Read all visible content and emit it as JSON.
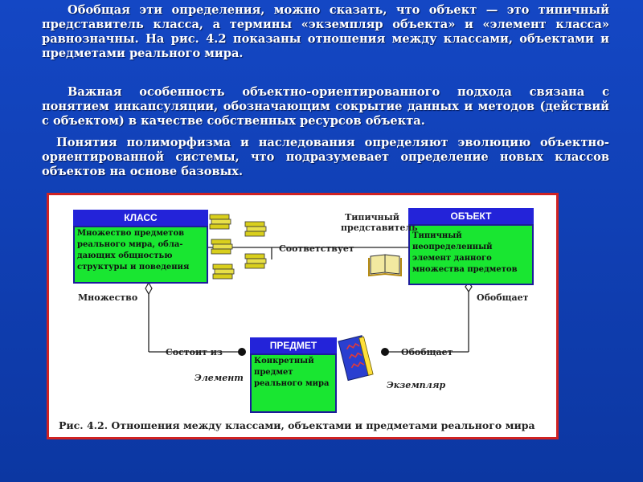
{
  "paragraphs": [
    "Обобщая эти определения, можно сказать, что объект — это типичный представитель класса, а термины «экземпляр объекта» и «элемент класса» равнозначны. На рис. 4.2 показаны отношения между классами, объектами и предметами реального мира.",
    "Важная особенность объектно-ориентированного подхода связана с понятием инкапсуляции, обозначающим сокрытие данных и методов (действий с объектом) в качестве собственных ресурсов объекта.",
    "Понятия полиморфизма и наследования определяют эволюцию объектно-ориентированной системы, что подразумевает определение новых классов объектов на основе базовых."
  ],
  "diagram": {
    "class_box": {
      "title": "КЛАСС",
      "body": "Множество предметов реального мира, обла-дающих общностью структуры и поведения"
    },
    "object_box": {
      "title": "ОБЪЕКТ",
      "body": "Типичный неопределенный элемент данного множества предметов"
    },
    "item_box": {
      "title": "ПРЕДМЕТ",
      "body": "Конкретный предмет реального мира"
    },
    "labels": {
      "typical_rep": "Типичный представитель",
      "corresponds": "Соответствует",
      "set": "Множество",
      "consists_of": "Состоит  из",
      "generalizes_top": "Обобщает",
      "generalizes_bottom": "Обобщает",
      "element": "Элемент",
      "instance": "Экземпляр"
    },
    "caption": "Рис. 4.2. Отношения между классами, объектами и предметами реального мира",
    "colors": {
      "header_blue": "#2323d9",
      "box_green": "#19e631",
      "frame_red": "#cf2222",
      "background_blue": "#1447c4"
    },
    "icons": [
      "stacked-books-icon",
      "open-book-icon",
      "book-icon"
    ]
  }
}
